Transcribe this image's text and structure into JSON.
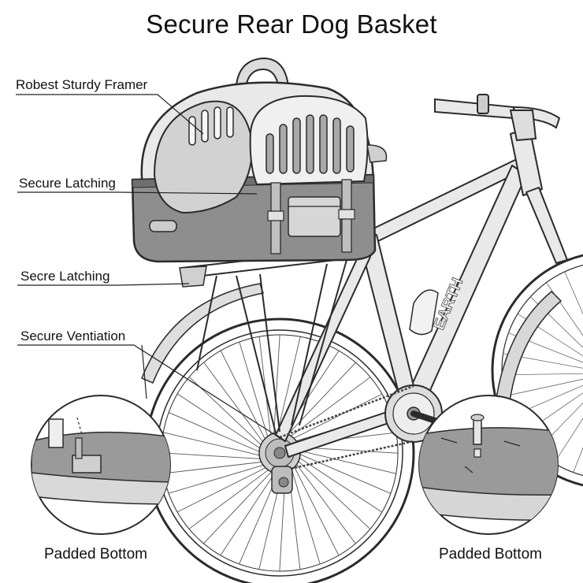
{
  "title": "Secure Rear Dog Basket",
  "callouts": [
    {
      "label": "Robest Sturdy Framer"
    },
    {
      "label": "Secure Latching"
    },
    {
      "label": "Secre Latching"
    },
    {
      "label": "Secure Ventiation"
    }
  ],
  "insets": [
    {
      "label": "Padded Bottom"
    },
    {
      "label": "Padded Bottom"
    }
  ],
  "frame_text": "EARTH",
  "colors": {
    "line": "#2b2b2b",
    "fill_light": "#e6e6e6",
    "fill_mid": "#cfcfcf",
    "fill_dark": "#8c8c8c"
  }
}
